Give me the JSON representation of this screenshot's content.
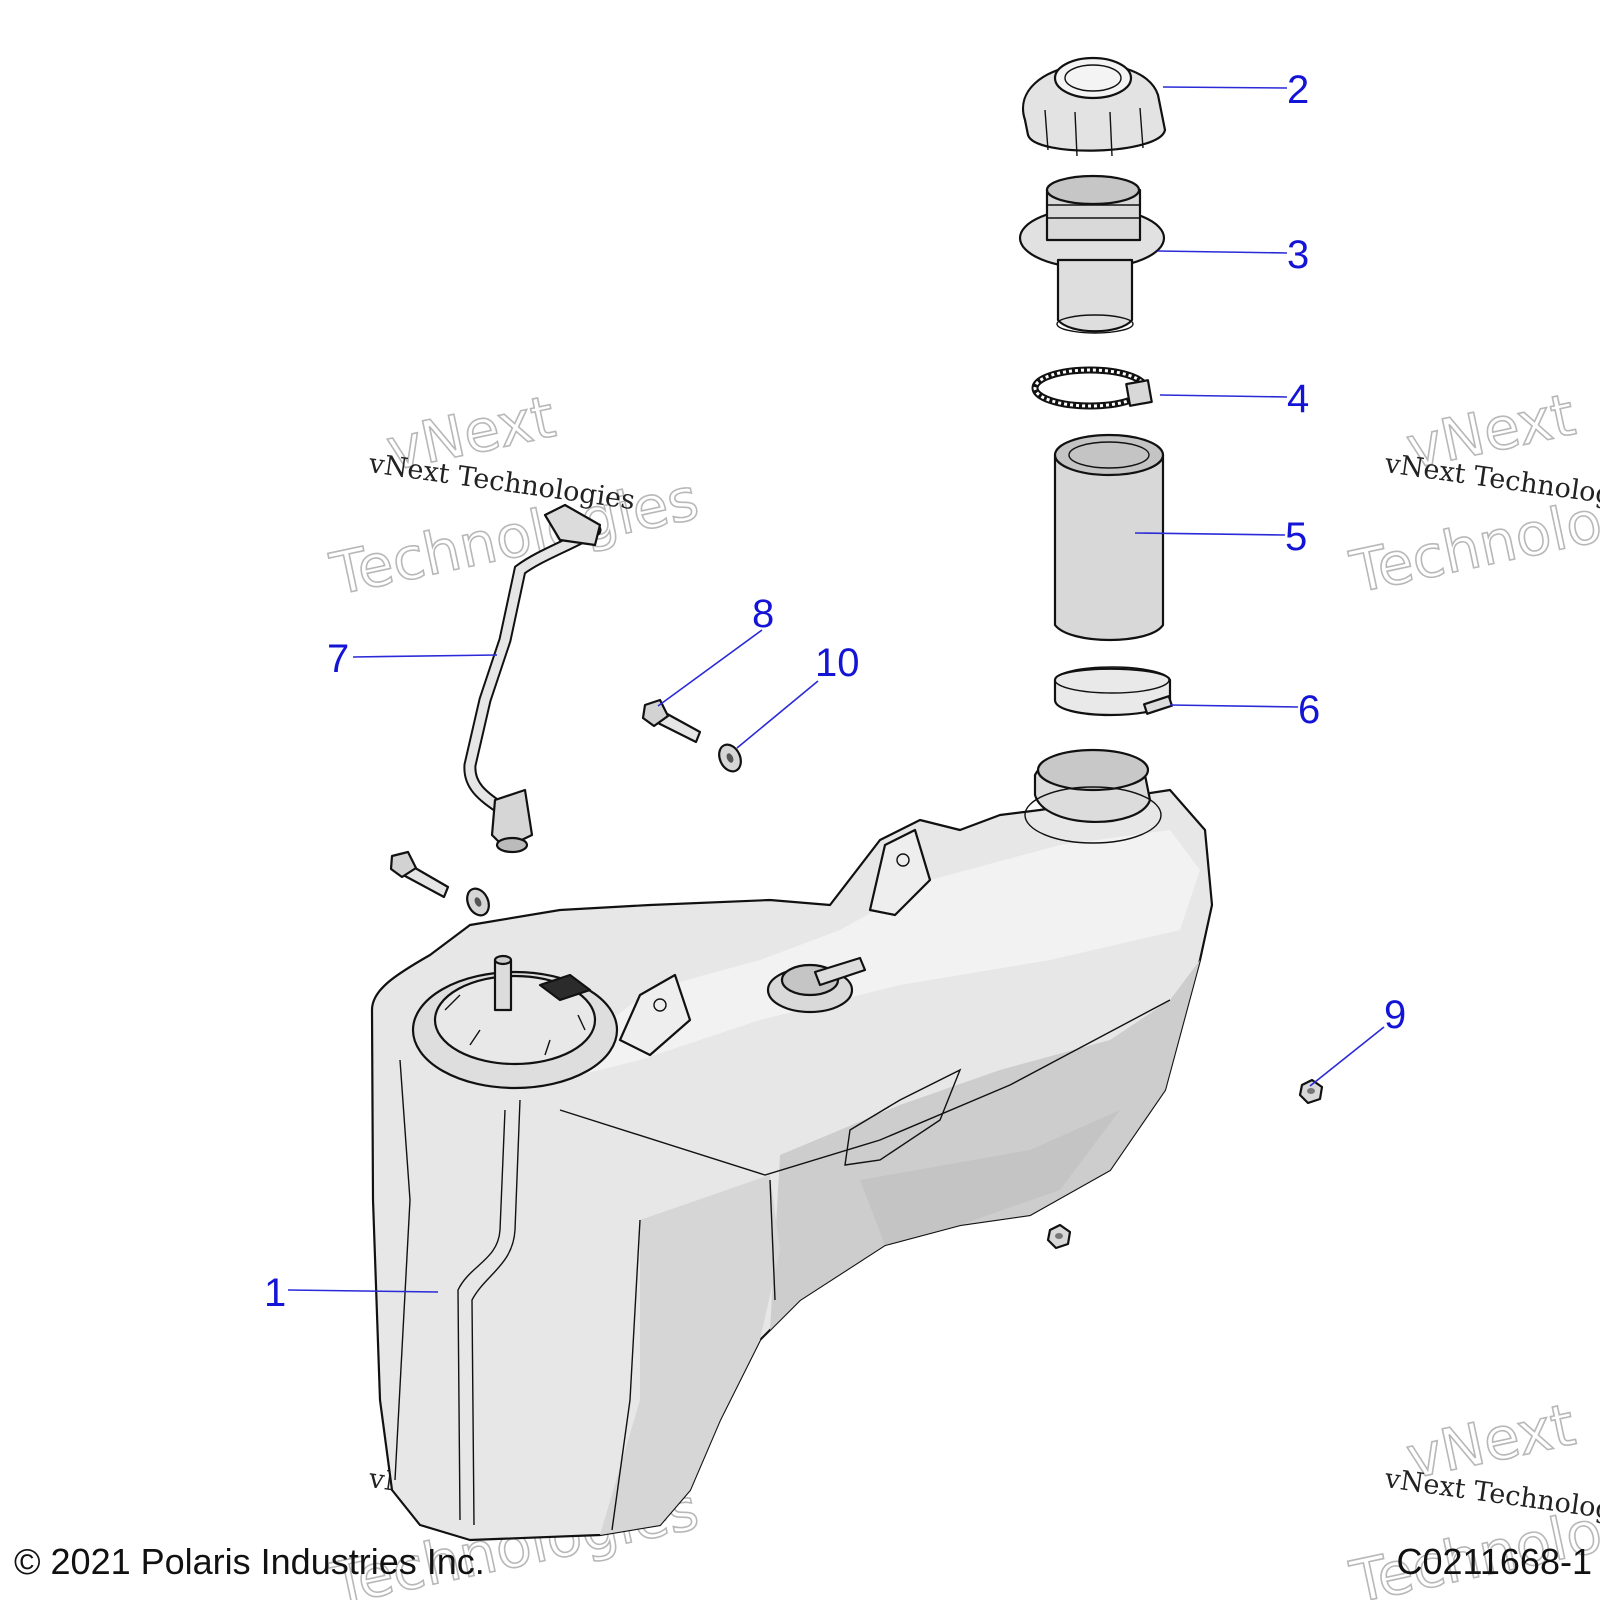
{
  "diagram": {
    "callouts": [
      "1",
      "2",
      "3",
      "4",
      "5",
      "6",
      "7",
      "8",
      "9",
      "10"
    ],
    "watermark": {
      "line": "vNext Technologies",
      "big_top": "vNext",
      "big_bottom": "Technologies"
    },
    "copyright": "© 2021 Polaris Industries Inc.",
    "figure_code": "C0211668-1",
    "colors": {
      "callout": "#1414d6",
      "leader": "#2a2ad8",
      "part_fill": "#e6e6e6",
      "part_shade": "#cfcfcf",
      "outline": "#111111",
      "watermark": "#b8b8b8"
    }
  }
}
